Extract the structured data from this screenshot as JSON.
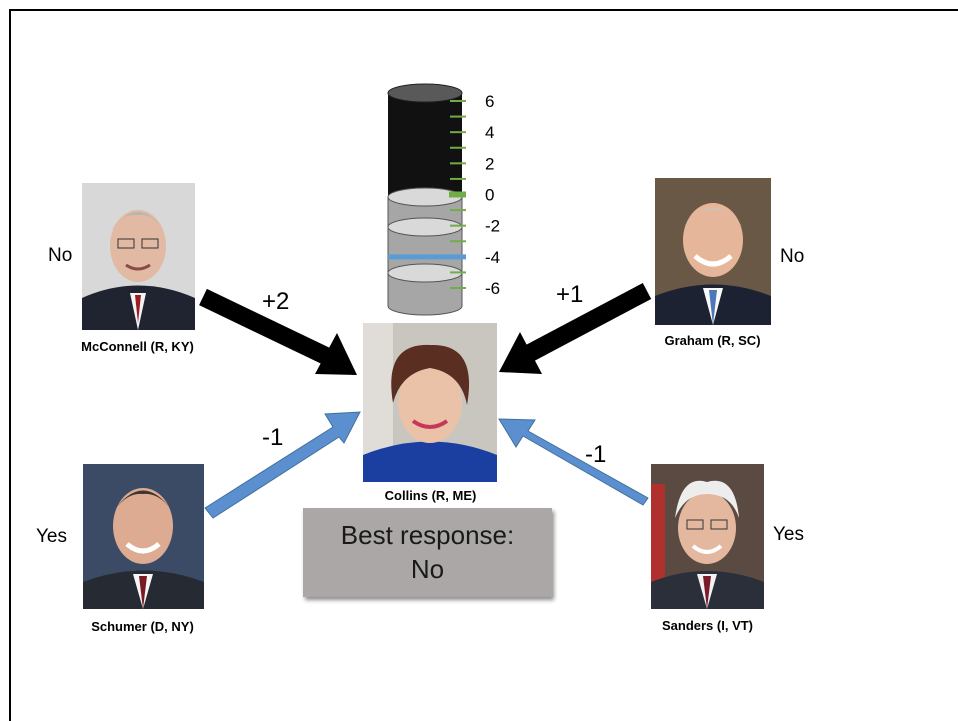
{
  "center": {
    "name": "Collins (R, ME)"
  },
  "neighbors": [
    {
      "key": "mcconnell",
      "name": "McConnell (R, KY)",
      "vote": "No",
      "weight": "+2",
      "arrow_color": "#000000"
    },
    {
      "key": "graham",
      "name": "Graham (R, SC)",
      "vote": "No",
      "weight": "+1",
      "arrow_color": "#000000"
    },
    {
      "key": "schumer",
      "name": "Schumer (D, NY)",
      "vote": "Yes",
      "weight": "-1",
      "arrow_color": "#5b8fd0"
    },
    {
      "key": "sanders",
      "name": "Sanders (I, VT)",
      "vote": "Yes",
      "weight": "-1",
      "arrow_color": "#5b8fd0"
    }
  ],
  "gauge": {
    "tick_labels": [
      "6",
      "4",
      "2",
      "0",
      "-2",
      "-4",
      "-6"
    ],
    "range": [
      -7,
      7
    ],
    "threshold": 0,
    "current_value": -4,
    "tick_color": "#70ad47",
    "marker_color": "#5b9bd5"
  },
  "best_response": {
    "line1": "Best response:",
    "line2": "No"
  }
}
